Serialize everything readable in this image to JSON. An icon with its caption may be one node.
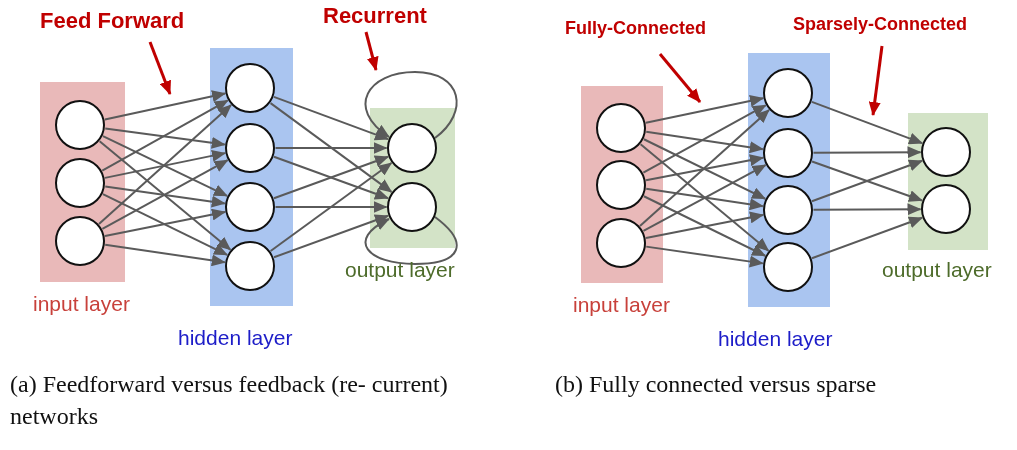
{
  "diagram": {
    "nodes": [
      {
        "text": [
          "Feed Forward"
        ]
      },
      {
        "text": [
          "Recurrent"
        ]
      },
      {
        "text": [
          "input layer"
        ]
      },
      {
        "text": [],
        "shape": "circle",
        "in": 2
      },
      {
        "text": [],
        "shape": "circle",
        "in": 2
      },
      {
        "text": [],
        "shape": "circle",
        "in": 2
      },
      {
        "text": [
          "hidden layer"
        ]
      },
      {
        "text": [],
        "shape": "circle",
        "in": 6
      },
      {
        "text": [],
        "shape": "circle",
        "in": 6
      },
      {
        "text": [],
        "shape": "circle",
        "in": 6
      },
      {
        "text": [],
        "shape": "circle",
        "in": 6
      },
      {
        "text": [
          "output layer"
        ]
      },
      {
        "text": [],
        "shape": "circle",
        "in": 11
      },
      {
        "text": [],
        "shape": "circle",
        "in": 11
      },
      {
        "text": [
          "Fully-Connected"
        ]
      },
      {
        "text": [
          "Sparsely-Connected"
        ]
      },
      {
        "text": [
          "input layer"
        ]
      },
      {
        "text": [],
        "shape": "circle",
        "in": 16
      },
      {
        "text": [],
        "shape": "circle",
        "in": 16
      },
      {
        "text": [],
        "shape": "circle",
        "in": 16
      },
      {
        "text": [
          "hidden layer"
        ]
      },
      {
        "text": [],
        "shape": "circle",
        "in": 20
      },
      {
        "text": [],
        "shape": "circle",
        "in": 20
      },
      {
        "text": [],
        "shape": "circle",
        "in": 20
      },
      {
        "text": [],
        "shape": "circle",
        "in": 20
      },
      {
        "text": [
          "output layer"
        ]
      },
      {
        "text": [],
        "shape": "circle",
        "in": 25
      },
      {
        "text": [],
        "shape": "circle",
        "in": 25
      }
    ],
    "edges": [
      {
        "from": 0,
        "to": null,
        "arrow": "to",
        "color": "#c00000"
      },
      {
        "from": 1,
        "to": null,
        "arrow": "to",
        "color": "#c00000"
      },
      {
        "from": 3,
        "to": 7,
        "arrow": "to"
      },
      {
        "from": 3,
        "to": 8,
        "arrow": "to"
      },
      {
        "from": 3,
        "to": 9,
        "arrow": "to"
      },
      {
        "from": 3,
        "to": 10,
        "arrow": "to"
      },
      {
        "from": 4,
        "to": 7,
        "arrow": "to"
      },
      {
        "from": 4,
        "to": 8,
        "arrow": "to"
      },
      {
        "from": 4,
        "to": 9,
        "arrow": "to"
      },
      {
        "from": 4,
        "to": 10,
        "arrow": "to"
      },
      {
        "from": 5,
        "to": 7,
        "arrow": "to"
      },
      {
        "from": 5,
        "to": 8,
        "arrow": "to"
      },
      {
        "from": 5,
        "to": 9,
        "arrow": "to"
      },
      {
        "from": 5,
        "to": 10,
        "arrow": "to"
      },
      {
        "from": 7,
        "to": 12,
        "arrow": "to"
      },
      {
        "from": 7,
        "to": 13,
        "arrow": "to"
      },
      {
        "from": 8,
        "to": 12,
        "arrow": "to"
      },
      {
        "from": 8,
        "to": 13,
        "arrow": "to"
      },
      {
        "from": 9,
        "to": 12,
        "arrow": "to"
      },
      {
        "from": 9,
        "to": 13,
        "arrow": "to"
      },
      {
        "from": 10,
        "to": 12,
        "arrow": "to"
      },
      {
        "from": 10,
        "to": 13,
        "arrow": "to"
      },
      {
        "from": 12,
        "to": 12,
        "arrow": "to"
      },
      {
        "from": 13,
        "to": 13,
        "arrow": "to"
      },
      {
        "from": 14,
        "to": null,
        "arrow": "to",
        "color": "#c00000"
      },
      {
        "from": 15,
        "to": null,
        "arrow": "to",
        "color": "#c00000"
      },
      {
        "from": 17,
        "to": 21,
        "arrow": "to"
      },
      {
        "from": 17,
        "to": 22,
        "arrow": "to"
      },
      {
        "from": 17,
        "to": 23,
        "arrow": "to"
      },
      {
        "from": 17,
        "to": 24,
        "arrow": "to"
      },
      {
        "from": 18,
        "to": 21,
        "arrow": "to"
      },
      {
        "from": 18,
        "to": 22,
        "arrow": "to"
      },
      {
        "from": 18,
        "to": 23,
        "arrow": "to"
      },
      {
        "from": 18,
        "to": 24,
        "arrow": "to"
      },
      {
        "from": 19,
        "to": 21,
        "arrow": "to"
      },
      {
        "from": 19,
        "to": 22,
        "arrow": "to"
      },
      {
        "from": 19,
        "to": 23,
        "arrow": "to"
      },
      {
        "from": 19,
        "to": 24,
        "arrow": "to"
      },
      {
        "from": 21,
        "to": 26,
        "arrow": "to"
      },
      {
        "from": 22,
        "to": 26,
        "arrow": "to"
      },
      {
        "from": 22,
        "to": 27,
        "arrow": "to"
      },
      {
        "from": 23,
        "to": 26,
        "arrow": "to"
      },
      {
        "from": 23,
        "to": 27,
        "arrow": "to"
      },
      {
        "from": 24,
        "to": 27,
        "arrow": "to"
      }
    ],
    "labels": [
      "(a) Feedforward versus feedback (re- current) networks",
      "(b) Fully connected versus sparse"
    ]
  }
}
